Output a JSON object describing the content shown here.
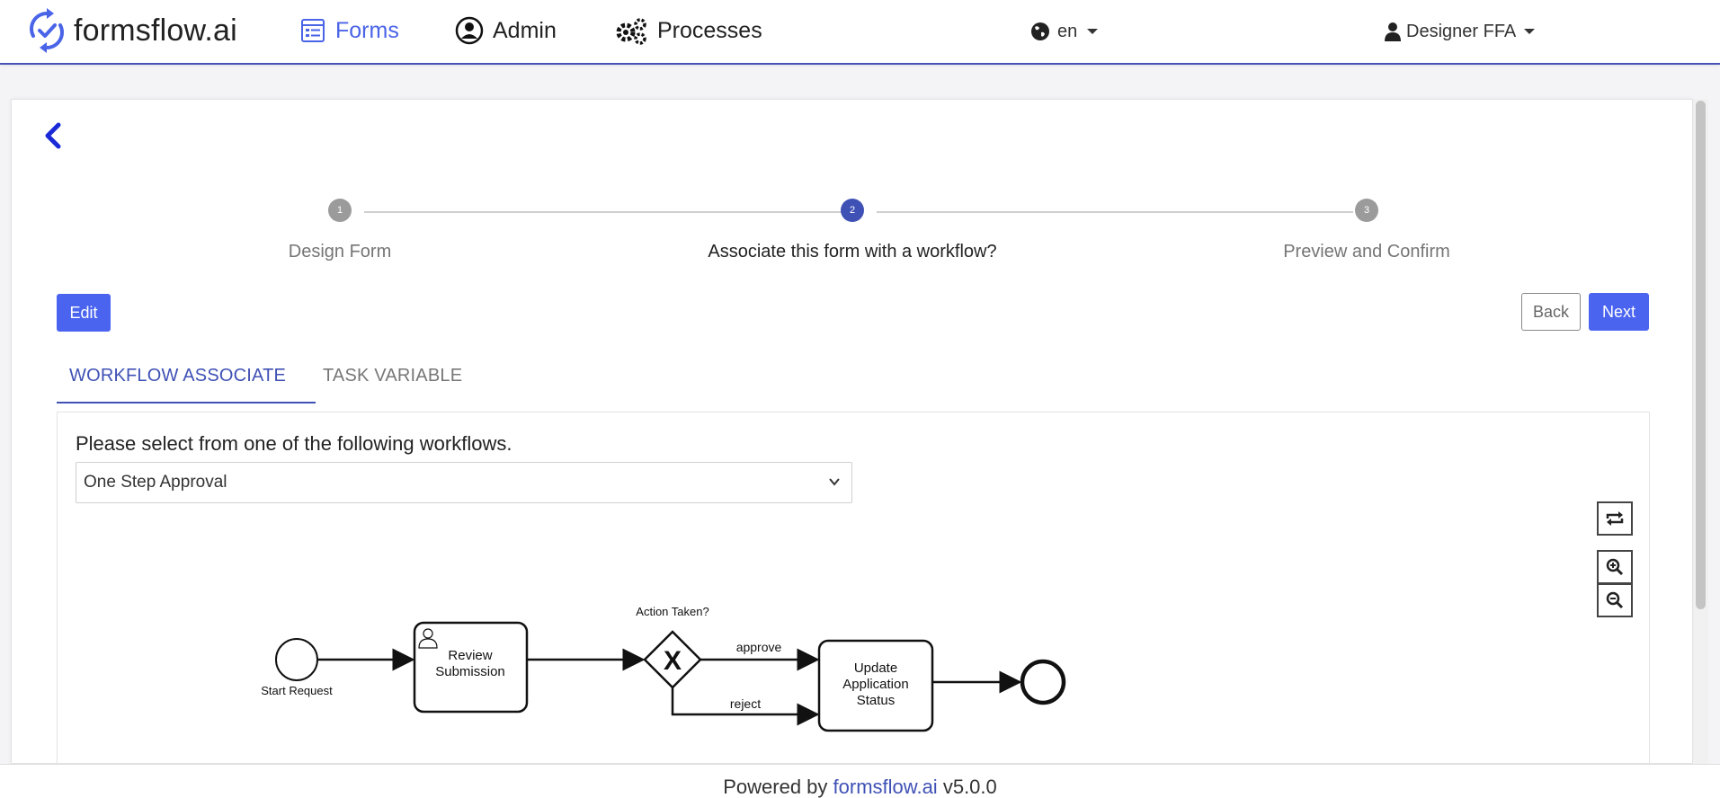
{
  "header": {
    "logo_text": "formsflow.ai",
    "nav": [
      {
        "label": "Forms",
        "icon": "form-icon",
        "active": true
      },
      {
        "label": "Admin",
        "icon": "user-circle-icon",
        "active": false
      },
      {
        "label": "Processes",
        "icon": "gears-icon",
        "active": false
      }
    ],
    "language": "en",
    "user": "Designer FFA"
  },
  "stepper": {
    "steps": [
      {
        "number": "1",
        "label": "Design Form"
      },
      {
        "number": "2",
        "label": "Associate this form with a workflow?"
      },
      {
        "number": "3",
        "label": "Preview and Confirm"
      }
    ],
    "active_step": 2
  },
  "buttons": {
    "edit": "Edit",
    "back": "Back",
    "next": "Next"
  },
  "tabs": {
    "workflow_associate": "WORKFLOW ASSOCIATE",
    "task_variable": "TASK VARIABLE"
  },
  "workflow": {
    "prompt": "Please select from one of the following workflows.",
    "selected": "One Step Approval"
  },
  "diagram": {
    "start_event": "Start Request",
    "user_task": [
      "Review",
      "Submission"
    ],
    "gateway_label": "Action Taken?",
    "approve_label": "approve",
    "reject_label": "reject",
    "service_task": [
      "Update",
      "Application",
      "Status"
    ]
  },
  "footer": {
    "prefix": "Powered by",
    "link": "formsflow.ai",
    "version": "v5.0.0"
  },
  "colors": {
    "accent": "#4a64f0",
    "nav_active": "#4a64e8",
    "stepper_active": "#3f51b5",
    "tab_active": "#3f51b5",
    "back_arrow": "#1a2ad6"
  }
}
